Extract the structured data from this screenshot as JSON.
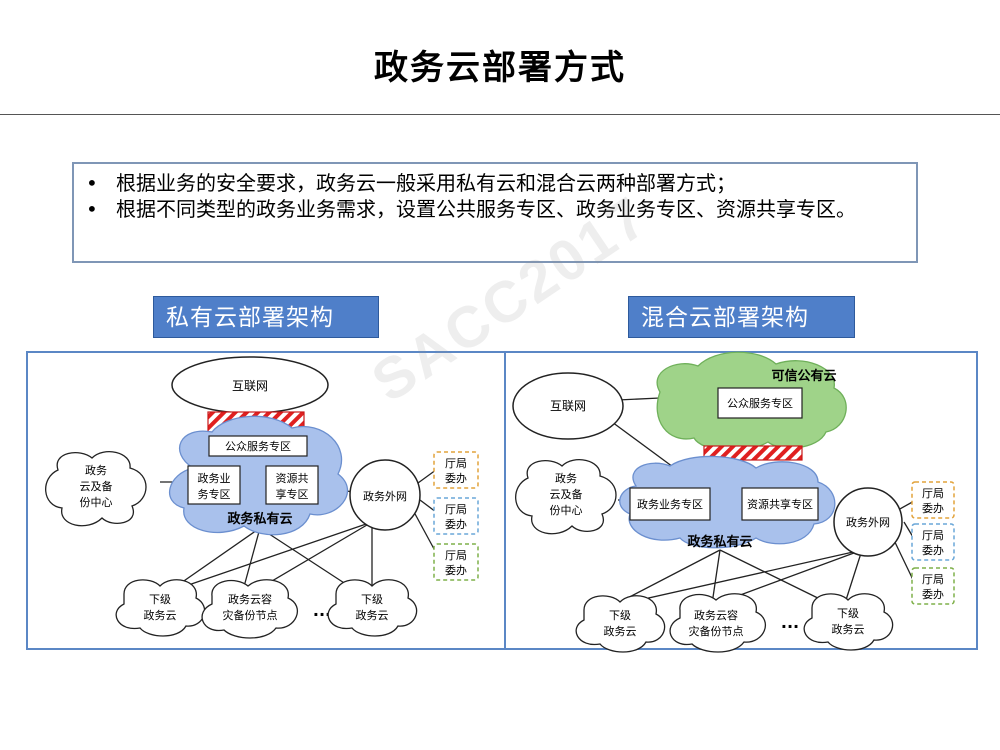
{
  "title": "政务云部署方式",
  "bullets": [
    "根据业务的安全要求，政务云一般采用私有云和混合云两种部署方式；",
    "根据不同类型的政务业务需求，设置公共服务专区、政务业务专区、资源共享专区。"
  ],
  "left_label": "私有云部署架构",
  "right_label": "混合云部署架构",
  "watermark": "SACC2017",
  "private": {
    "internet": "互联网",
    "public_zone": "公众服务专区",
    "biz_zone": [
      "政务业",
      "务专区"
    ],
    "share_zone": [
      "资源共",
      "享专区"
    ],
    "cloud_name": "政务私有云",
    "backup_center": [
      "政务",
      "云及备",
      "份中心"
    ],
    "extranet": "政务外网",
    "depts": [
      [
        "厅局",
        "委办"
      ],
      [
        "厅局",
        "委办"
      ],
      [
        "厅局",
        "委办"
      ]
    ],
    "sub_cloud_1": [
      "下级",
      "政务云"
    ],
    "disaster_node": [
      "政务云容",
      "灾备份节点"
    ],
    "sub_cloud_2": [
      "下级",
      "政务云"
    ],
    "ellipsis": "···"
  },
  "hybrid": {
    "internet": "互联网",
    "trusted_cloud": "可信公有云",
    "public_zone": "公众服务专区",
    "biz_zone": "政务业务专区",
    "share_zone": "资源共享专区",
    "cloud_name": "政务私有云",
    "backup_center": [
      "政务",
      "云及备",
      "份中心"
    ],
    "extranet": "政务外网",
    "depts": [
      [
        "厅局",
        "委办"
      ],
      [
        "厅局",
        "委办"
      ],
      [
        "厅局",
        "委办"
      ]
    ],
    "sub_cloud_1": [
      "下级",
      "政务云"
    ],
    "disaster_node": [
      "政务云容",
      "灾备份节点"
    ],
    "sub_cloud_2": [
      "下级",
      "政务云"
    ],
    "ellipsis": "···"
  },
  "colors": {
    "label_bg": "#4f7fc9",
    "frame": "#5b87c5",
    "private_cloud_fill": "#a9c1ec",
    "public_cloud_fill": "#9fd389",
    "firewall": "#e02020",
    "dept_border": "#e2a33c"
  }
}
